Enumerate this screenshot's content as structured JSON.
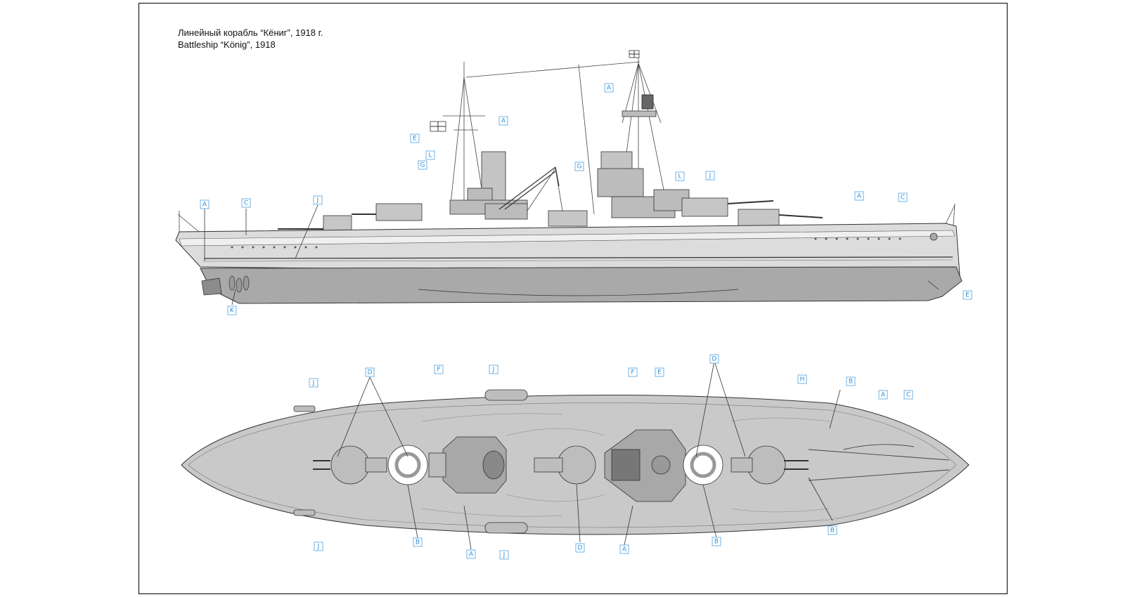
{
  "title": {
    "line_ru": "Линейный корабль  “Кёниг”, 1918 г.",
    "line_en": "Battleship “König”, 1918"
  },
  "colors": {
    "hull_upper": "#dcdcdc",
    "hull_lower": "#a9a9a9",
    "deck": "#c9c9c9",
    "superstructure": "#bcbcbc",
    "dark": "#555555",
    "callout_text": "#2f8fd6",
    "callout_border": "#6fb3e6",
    "frame": "#000000"
  },
  "callouts_side": [
    {
      "label": "A"
    },
    {
      "label": "C"
    },
    {
      "label": "J"
    },
    {
      "label": "K"
    },
    {
      "label": "E"
    },
    {
      "label": "L"
    },
    {
      "label": "G"
    },
    {
      "label": "A"
    },
    {
      "label": "A"
    },
    {
      "label": "G"
    },
    {
      "label": "L"
    },
    {
      "label": "J"
    },
    {
      "label": "A"
    },
    {
      "label": "C"
    },
    {
      "label": "E"
    }
  ],
  "callouts_plan": [
    {
      "label": "J"
    },
    {
      "label": "D"
    },
    {
      "label": "F"
    },
    {
      "label": "J"
    },
    {
      "label": "F"
    },
    {
      "label": "E"
    },
    {
      "label": "D"
    },
    {
      "label": "H"
    },
    {
      "label": "B"
    },
    {
      "label": "A"
    },
    {
      "label": "C"
    },
    {
      "label": "J"
    },
    {
      "label": "B"
    },
    {
      "label": "A"
    },
    {
      "label": "J"
    },
    {
      "label": "D"
    },
    {
      "label": "A"
    },
    {
      "label": "B"
    },
    {
      "label": "B"
    }
  ]
}
